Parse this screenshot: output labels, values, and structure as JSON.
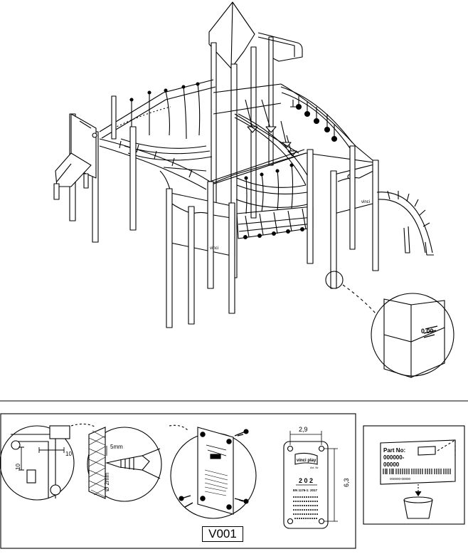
{
  "anchor_detail": {
    "level_mark": "0.00"
  },
  "instructions": {
    "corner_dims": {
      "horizontal": "10",
      "vertical": "10"
    },
    "drill": {
      "depth": "5mm",
      "diameter": "Ø 2mm"
    },
    "plate": {
      "width": "2,9",
      "height": "6,3",
      "brand": "vinci play",
      "art_label": "Art. Nr.",
      "model": "2 0 2",
      "standard": "EN 1176-1: 2017"
    },
    "code": "V001"
  },
  "part_label": {
    "title": "Part No:",
    "number_line1": "000000-",
    "number_line2": "00000",
    "barcode_caption": "000000-00000"
  }
}
